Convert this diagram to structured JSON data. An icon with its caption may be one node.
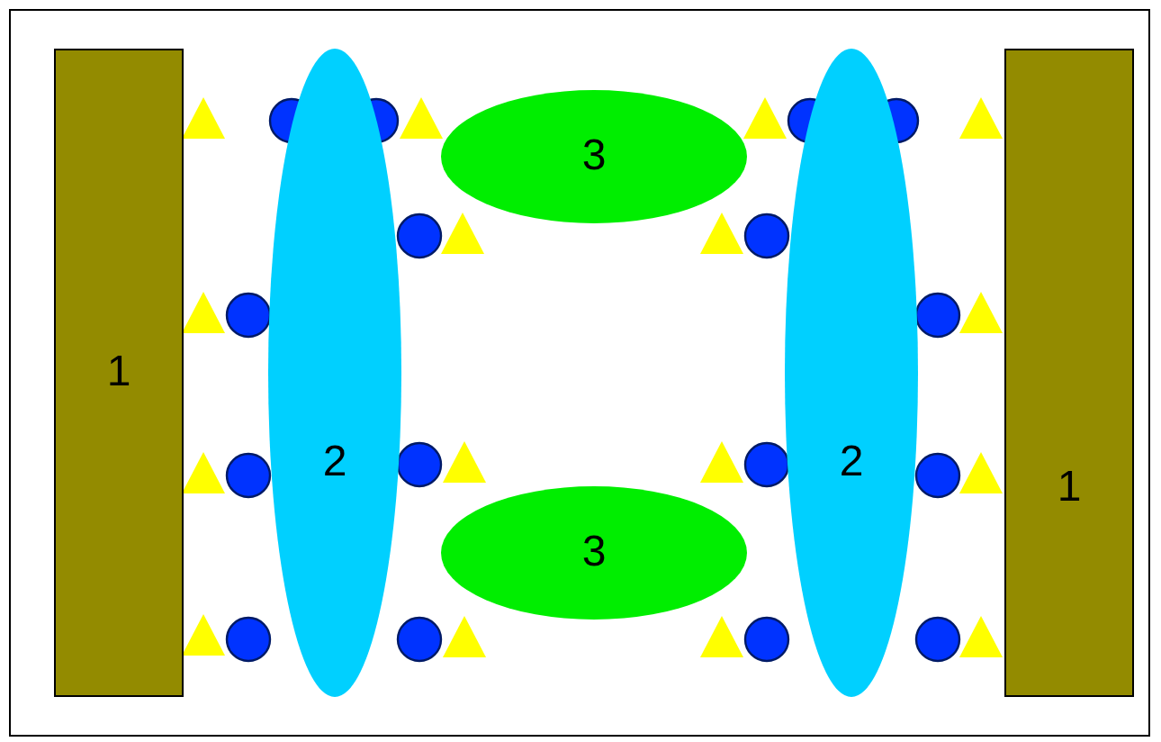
{
  "diagram": {
    "nodes": [
      {
        "text": [
          "1"
        ]
      },
      {
        "text": [
          "2"
        ]
      },
      {
        "text": [
          "3"
        ]
      },
      {
        "text": [
          "3"
        ]
      },
      {
        "text": [
          "2"
        ]
      },
      {
        "text": [
          "1"
        ]
      }
    ]
  }
}
